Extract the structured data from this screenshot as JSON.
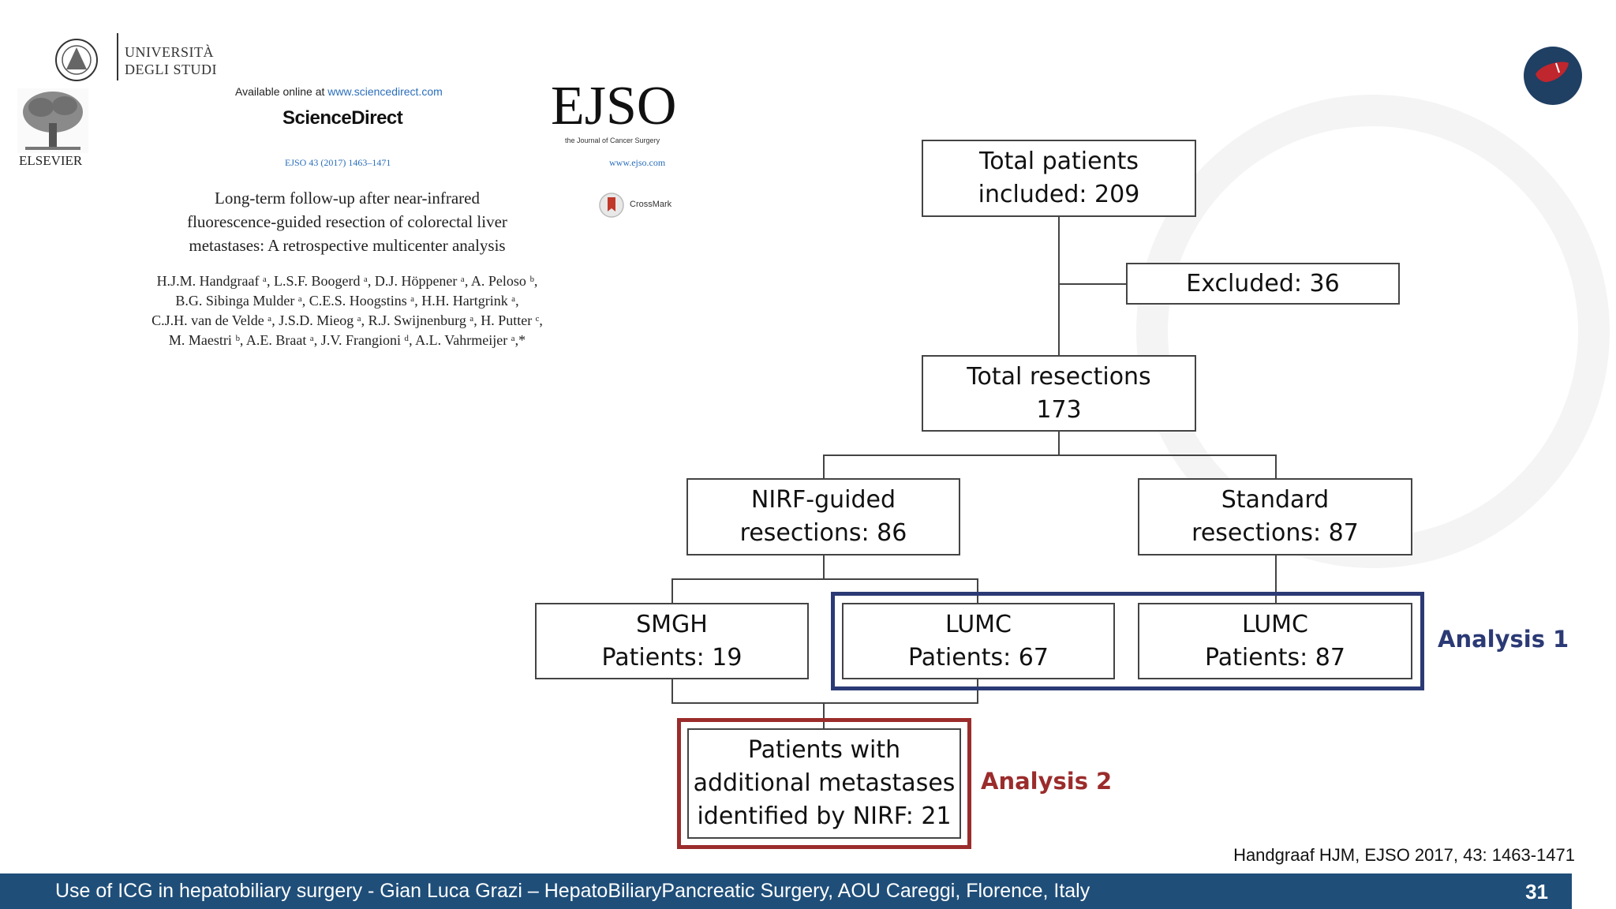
{
  "university": {
    "line1": "UNIVERSITÀ",
    "line2": "DEGLI STUDI"
  },
  "publisher": "ELSEVIER",
  "paper": {
    "available_prefix": "Available online at ",
    "available_link": "www.sciencedirect.com",
    "sciencedirect": "ScienceDirect",
    "journal_logo": "EJSO",
    "journal_sub": "the Journal of Cancer Surgery",
    "citation": "EJSO 43 (2017) 1463–1471",
    "journal_url": "www.ejso.com",
    "crossmark": "CrossMark",
    "title": "Long-term follow-up after near-infrared\nfluorescence-guided resection of colorectal liver\nmetastases: A retrospective multicenter analysis",
    "authors": [
      "H.J.M. Handgraaf ᵃ, L.S.F. Boogerd ᵃ, D.J. Höppener ᵃ, A. Peloso ᵇ,",
      "B.G. Sibinga Mulder ᵃ, C.E.S. Hoogstins ᵃ, H.H. Hartgrink ᵃ,",
      "C.J.H. van de Velde ᵃ, J.S.D. Mieog ᵃ, R.J. Swijnenburg ᵃ, H. Putter ᶜ,",
      "M. Maestri ᵇ, A.E. Braat ᵃ, J.V. Frangioni ᵈ, A.L. Vahrmeijer ᵃ,*"
    ]
  },
  "flow": {
    "total": "Total patients\nincluded: 209",
    "excluded": "Excluded: 36",
    "resections": "Total resections\n173",
    "nirf": "NIRF-guided\nresections: 86",
    "standard": "Standard\nresections: 87",
    "smgh": "SMGH\nPatients: 19",
    "lumc1": "LUMC\nPatients: 67",
    "lumc2": "LUMC\nPatients: 87",
    "additional": "Patients with\nadditional metastases\nidentified by NIRF: 21",
    "analysis1": "Analysis 1",
    "analysis2": "Analysis 2"
  },
  "reference": "Handgraaf HJM, EJSO 2017, 43: 1463-1471",
  "footer": {
    "text": "Use of ICG in hepatobiliary surgery - Gian Luca Grazi – HepatoBiliaryPancreatic Surgery, AOU Careggi, Florence, Italy",
    "page": "31"
  },
  "colors": {
    "analysis1": "#2b3a75",
    "analysis2": "#9b2c2c",
    "footer_bg": "#1f4e79",
    "link": "#2a6ebb"
  }
}
